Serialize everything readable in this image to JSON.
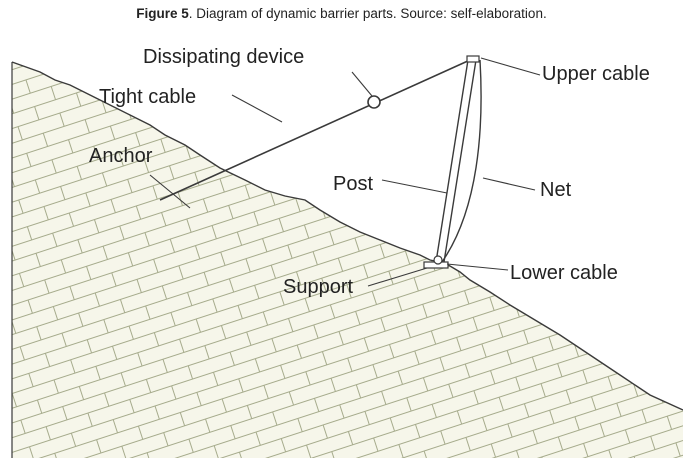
{
  "caption": {
    "figure_number": "Figure 5",
    "text": ". Diagram of dynamic barrier parts. Source: self-elaboration."
  },
  "labels": {
    "dissipating_device": "Dissipating device",
    "upper_cable": "Upper cable",
    "tight_cable": "Tight cable",
    "anchor": "Anchor",
    "post": "Post",
    "net": "Net",
    "support": "Support",
    "lower_cable": "Lower cable"
  },
  "colors": {
    "line": "#3a3a3a",
    "hatch": "#a6ab8c",
    "ground_fill": "#f6f6ea"
  }
}
